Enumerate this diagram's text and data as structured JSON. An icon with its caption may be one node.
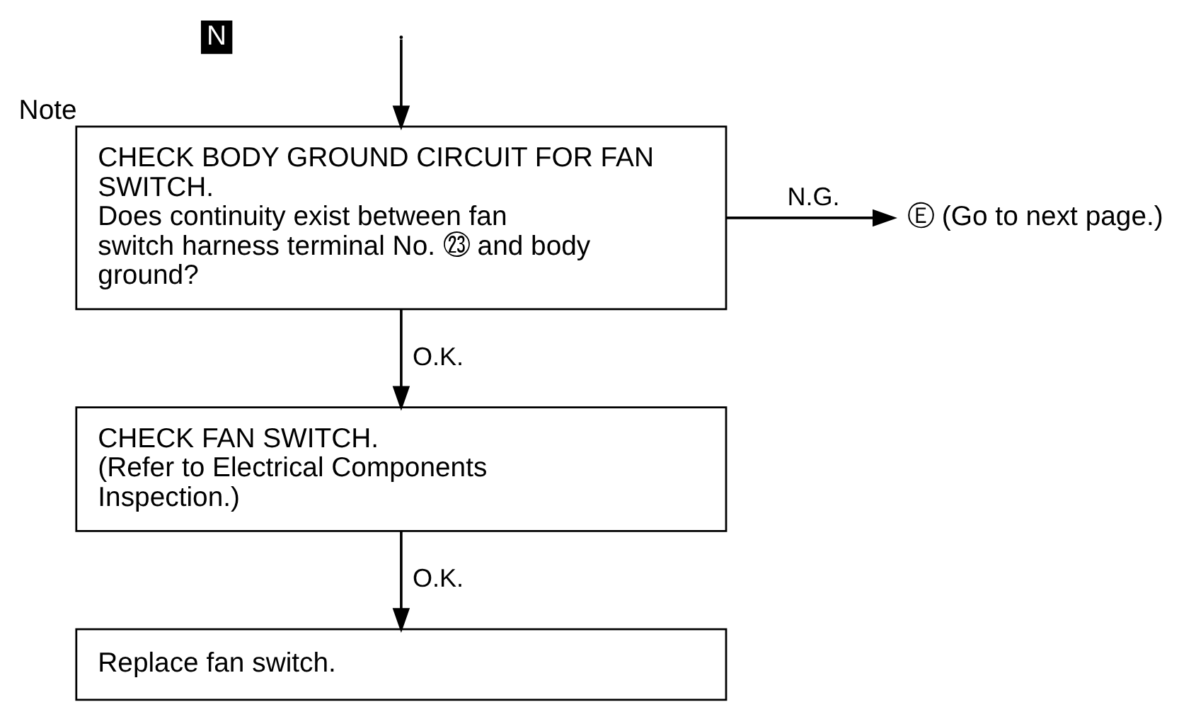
{
  "diagram": {
    "nodes": [
      {
        "text": [
          "CHECK BODY GROUND CIRCUIT FOR FAN SWITCH.",
          "Does continuity exist between fan switch harness terminal No. ㉓ and body ground?"
        ],
        "beside": [
          "Note"
        ]
      },
      {
        "text": [
          "Ⓔ (Go to next page.)"
        ]
      },
      {
        "text": [
          "CHECK FAN SWITCH.",
          "(Refer to Electrical Components Inspection.)"
        ]
      },
      {
        "text": [
          "Replace fan switch."
        ]
      }
    ],
    "edges": [
      {
        "from": null,
        "to": 0,
        "arrow": "to"
      },
      {
        "from": 0,
        "to": 1,
        "arrow": "to",
        "label": "N.G."
      },
      {
        "from": 0,
        "to": 2,
        "arrow": "to",
        "label": "O.K."
      },
      {
        "from": 2,
        "to": 3,
        "arrow": "to",
        "label": "O.K."
      }
    ],
    "labels": [
      "N"
    ]
  }
}
